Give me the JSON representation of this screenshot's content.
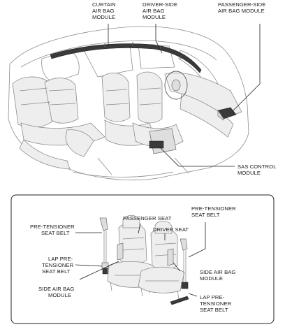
{
  "labels": {
    "curtain": [
      "CURTAIN",
      "AIR BAG",
      "MODULE"
    ],
    "driver": [
      "DRIVER-SIDE",
      "AIR BAG",
      "MODULE"
    ],
    "passenger": [
      "PASSENGER-SIDE",
      "AIR BAG MODULE"
    ],
    "sas": [
      "SAS CONTROL",
      "MODULE"
    ],
    "passenger_seat": [
      "PASSENGER SEAT"
    ],
    "driver_seat": [
      "DRIVER SEAT"
    ],
    "pretensioner_left": [
      "PRE-TENSIONER",
      "SEAT BELT"
    ],
    "pretensioner_right": [
      "PRE-TENSIONER",
      "SEAT BELT"
    ],
    "lap_left": [
      "LAP PRE-",
      "TENSIONER",
      "SEAT BELT"
    ],
    "side_left": [
      "SIDE AIR BAG",
      "MODULE"
    ],
    "side_right": [
      "SIDE AIR BAG",
      "MODULE"
    ],
    "lap_right": [
      "LAP PRE-",
      "TENSIONER",
      "SEAT BELT"
    ]
  }
}
